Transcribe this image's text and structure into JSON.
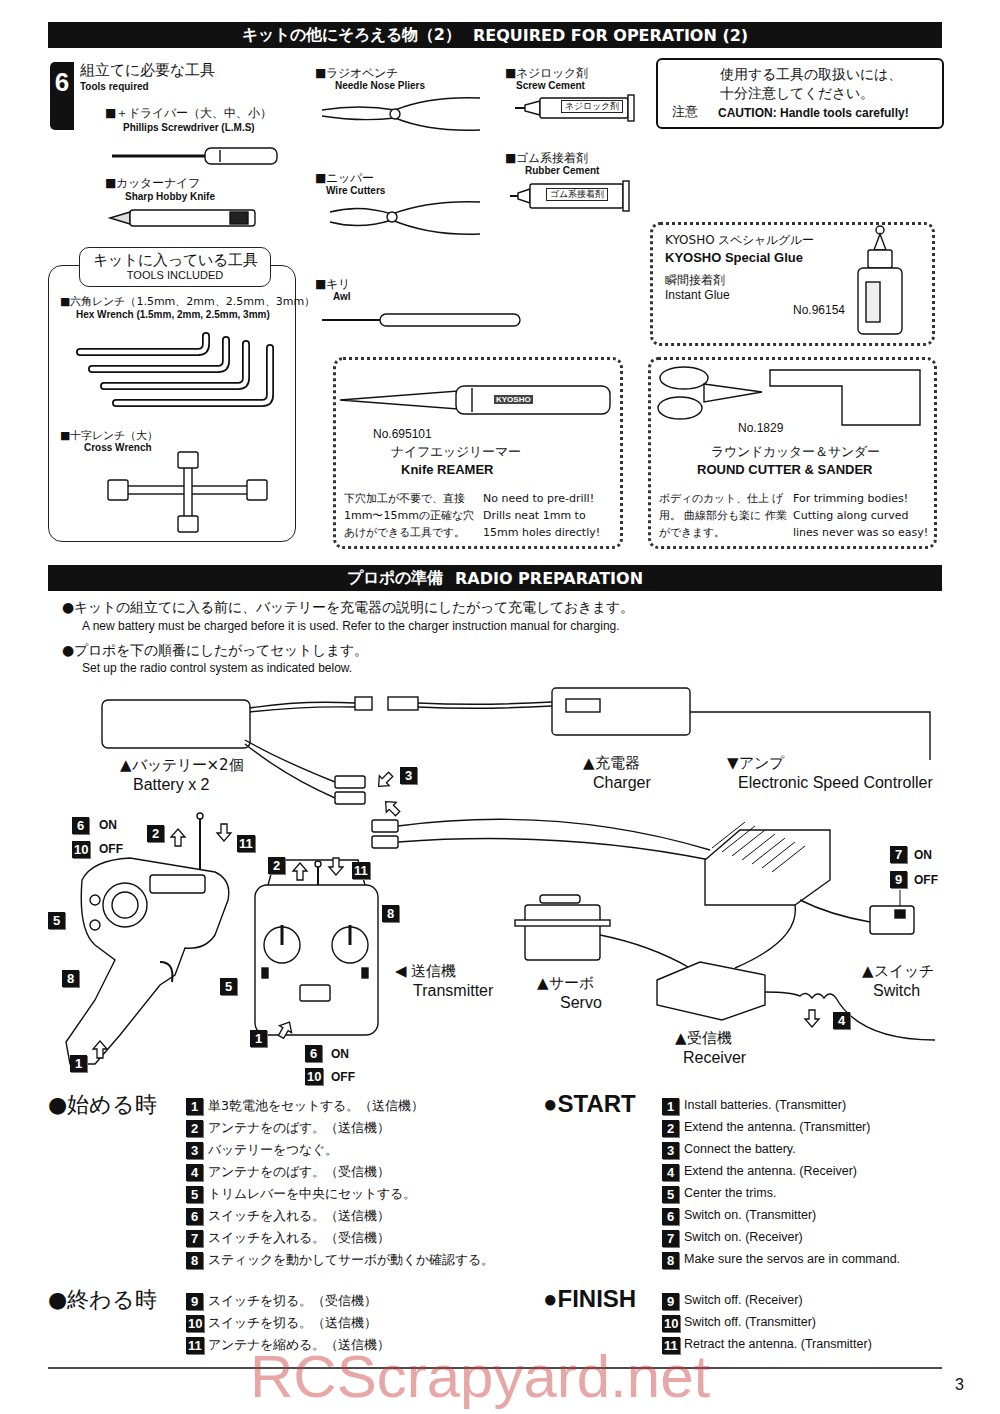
{
  "diagram": {
    "nodes": [
      {
        "text": [
          "キットの他にそろえる物（2）",
          "REQUIRED FOR OPERATION (2)"
        ]
      },
      {
        "text": [
          "使用する工具の取扱いには、十分注意してください。",
          "注意",
          "CAUTION: Handle tools carefully!"
        ]
      },
      {
        "text": [
          "KYOSHO スペシャルグルー",
          "KYOSHO Special Glue",
          "瞬間接着剤",
          "Instant Glue",
          "No.96154"
        ]
      },
      {
        "text": [
          "キットに入っている工具",
          "TOOLS INCLUDED"
        ]
      },
      {
        "text": [
          "No.695101",
          "ナイフエッジリーマー",
          "Knife REAMER",
          "下穴加工が不要で、直接 1mm〜15mmの正確な穴 あけができる工具です。",
          "No need to pre-drill! Drills neat 1mm to 15mm holes directly!"
        ]
      },
      {
        "text": [
          "No.1829",
          "ラウンドカッター＆サンダー",
          "ROUND CUTTER & SANDER",
          "ボディのカット、仕上 げ用。 曲線部分も楽に 作業ができます。",
          "For trimming bodies! Cutting along curved lines never was so easy!"
        ]
      },
      {
        "text": [
          "プロポの準備",
          "RADIO PREPARATION"
        ]
      }
    ],
    "labels": [
      "6",
      "組立てに必要な工具",
      "Tools required",
      "■＋ドライバー（大、中、小）",
      "Phillips Screwdriver (L.M.S)",
      "■カッターナイフ",
      "Sharp Hobby Knife",
      "■ラジオペンチ",
      "Needle Nose Pliers",
      "■ニッパー",
      "Wire Cutters",
      "■キリ",
      "Awl",
      "■ネジロック剤",
      "Screw Cement",
      "ネジロック剤",
      "■ゴム系接着剤",
      "Rubber Cement",
      "ゴム系接着剤",
      "■六角レンチ（1.5mm、2mm、2.5mm、3mm）",
      "Hex Wrench (1.5mm, 2mm, 2.5mm, 3mm)",
      "■十字レンチ（大）",
      "Cross Wrench",
      "KYOSHO",
      "●キットの組立てに入る前に、バッテリーを充電器の説明にしたがって充電しておきます。",
      "A new battery must be charged before it is used. Refer to the charger instruction manual for charging.",
      "●プロポを下の順番にしたがってセットします。",
      "Set up the radio control system as indicated below.",
      "▲バッテリー×2個",
      "Battery x 2",
      "3",
      "▲充電器",
      "Charger",
      "▼アンプ",
      "Electronic Speed Controller",
      "6",
      "ON",
      "10",
      "OFF",
      "2",
      "11",
      "5",
      "8",
      "1",
      "2",
      "11",
      "8",
      "5",
      "1",
      "6",
      "ON",
      "10",
      "OFF",
      "◀ 送信機",
      "Transmitter",
      "7",
      "ON",
      "9",
      "OFF",
      "▲スイッチ",
      "Switch",
      "▲サーボ",
      "Servo",
      "▲受信機",
      "Receiver",
      "4",
      "●始める時",
      "1",
      "単3乾電池をセットする。（送信機）",
      "2",
      "アンテナをのばす。（送信機）",
      "3",
      "バッテリーをつなぐ。",
      "4",
      "アンテナをのばす。（受信機）",
      "5",
      "トリムレバーを中央にセットする。",
      "6",
      "スイッチを入れる。（送信機）",
      "7",
      "スイッチを入れる。（受信機）",
      "8",
      "スティックを動かしてサーボが動くか確認する。",
      "●START",
      "1",
      "Install batteries. (Transmitter)",
      "2",
      "Extend the antenna. (Transmitter)",
      "3",
      "Connect the battery.",
      "4",
      "Extend the antenna. (Receiver)",
      "5",
      "Center the trims.",
      "6",
      "Switch on. (Transmitter)",
      "7",
      "Switch on. (Receiver)",
      "8",
      "Make sure the servos are in command.",
      "●終わる時",
      "9",
      "スイッチを切る。（受信機）",
      "10",
      "スイッチを切る。（送信機）",
      "11",
      "アンテナを縮める。（送信機）",
      "●FINISH",
      "9",
      "Switch off. (Receiver)",
      "10",
      "Switch off. (Transmitter)",
      "11",
      "Retract the antenna. (Transmitter)",
      "RCScrapyard.net",
      "3"
    ]
  }
}
